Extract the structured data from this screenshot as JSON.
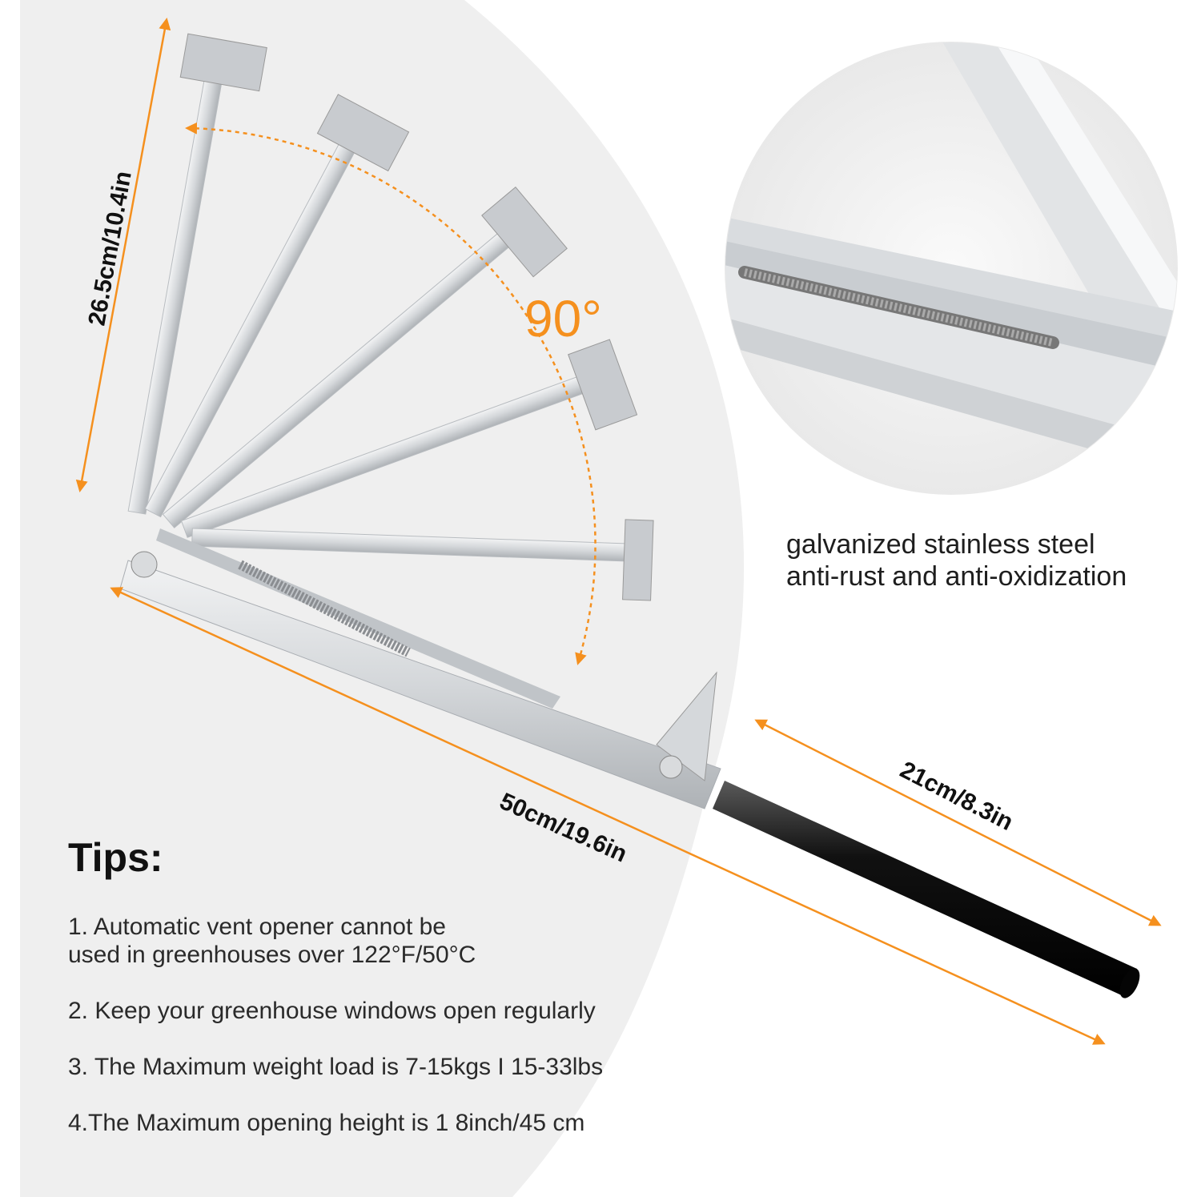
{
  "colors": {
    "accent_orange": "#f5901e",
    "fan_background": "#efefef",
    "metal": "#d6d9dc",
    "metal_shadow": "#a9adb2",
    "handle": "#111111",
    "text": "#222222"
  },
  "dimensions": {
    "arm_length": "26.5cm/10.4in",
    "base_length": "50cm/19.6in",
    "handle_length": "21cm/8.3in",
    "opening_angle": "90°"
  },
  "material_note": {
    "line1": "galvanized stainless steel",
    "line2": "anti-rust and anti-oxidization"
  },
  "tips": {
    "heading": "Tips:",
    "items": [
      {
        "line1": "1. Automatic vent opener cannot be",
        "line2": "used in greenhouses over 122°F/50°C"
      },
      {
        "line1": "2. Keep your greenhouse windows open regularly"
      },
      {
        "line1": "3. The Maximum weight load is 7-15kgs I 15-33lbs"
      },
      {
        "line1": "4.The Maximum opening height is 1 8inch/45 cm"
      }
    ]
  }
}
